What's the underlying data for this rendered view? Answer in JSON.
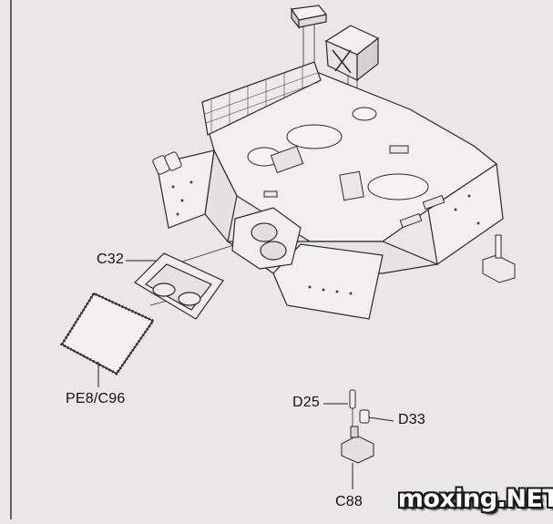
{
  "labels": {
    "c32": "C32",
    "pe8_c96": "PE8/C96",
    "d25": "D25",
    "d33": "D33",
    "c88": "C88"
  },
  "watermark": "moxing.NET",
  "colors": {
    "paper": "#e9e8e6",
    "line": "#2a2a2a",
    "panel": "#f1f0ee",
    "shade": "#cfcecb"
  }
}
